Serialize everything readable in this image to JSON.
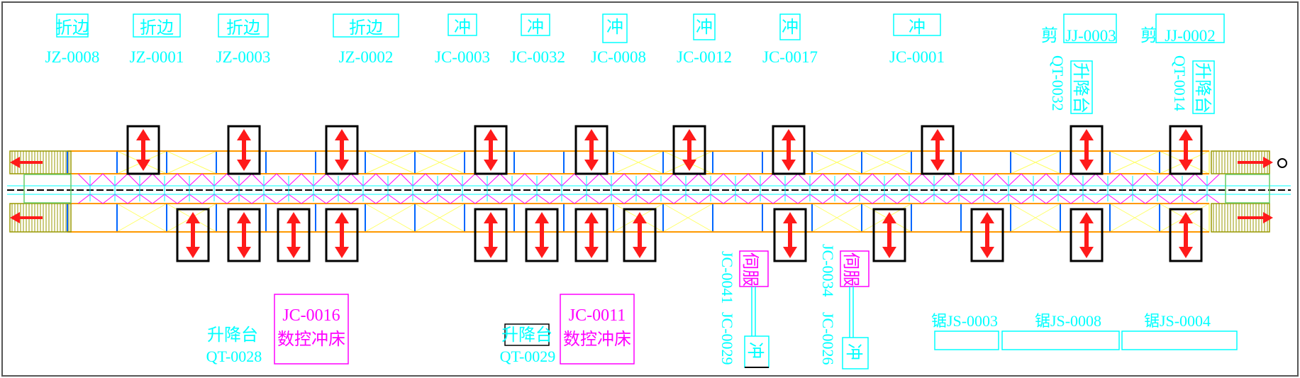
{
  "colors": {
    "cyan": "#00ffff",
    "magenta": "#ff00ff",
    "orange": "#ff9900",
    "yellow": "#ffff66",
    "blue": "#0066ff",
    "red": "#ff1a1a",
    "dark_yellow": "#999900",
    "green": "#66cc66",
    "black": "#000000"
  },
  "top_stations": [
    {
      "label": "折边",
      "code": "JZ-0008"
    },
    {
      "label": "折边",
      "code": "JZ-0001"
    },
    {
      "label": "折边",
      "code": "JZ-0003"
    },
    {
      "label": "折边",
      "code": "JZ-0002"
    },
    {
      "label": "冲",
      "code": "JC-0003"
    },
    {
      "label": "冲",
      "code": "JC-0032"
    },
    {
      "label": "冲",
      "code": "JC-0008"
    },
    {
      "label": "冲",
      "code": "JC-0012"
    },
    {
      "label": "冲",
      "code": "JC-0017"
    },
    {
      "label": "冲",
      "code": "JC-0001"
    }
  ],
  "shears": [
    {
      "prefix": "剪",
      "code": "JJ-0003"
    },
    {
      "prefix": "剪",
      "code": "JJ-0002"
    }
  ],
  "top_lifts": [
    {
      "label": "升降台",
      "code": "QT-0032"
    },
    {
      "label": "升降台",
      "code": "QT-0014"
    }
  ],
  "servos": [
    {
      "label": "伺服",
      "code": "JC-0041",
      "punch_label": "冲",
      "punch_code": "JC-0029"
    },
    {
      "label": "伺服",
      "code": "JC-0034",
      "punch_label": "冲",
      "punch_code": "JC-0026"
    }
  ],
  "cnc_presses": [
    {
      "code": "JC-0016",
      "name": "数控冲床"
    },
    {
      "code": "JC-0011",
      "name": "数控冲床"
    }
  ],
  "bottom_lifts": [
    {
      "label": "升降台",
      "code": "QT-0028"
    },
    {
      "label": "升降台",
      "code": "QT-0029"
    }
  ],
  "saws": [
    {
      "label": "锯JS-0003"
    },
    {
      "label": "锯JS-0008"
    },
    {
      "label": "锯JS-0004"
    }
  ]
}
